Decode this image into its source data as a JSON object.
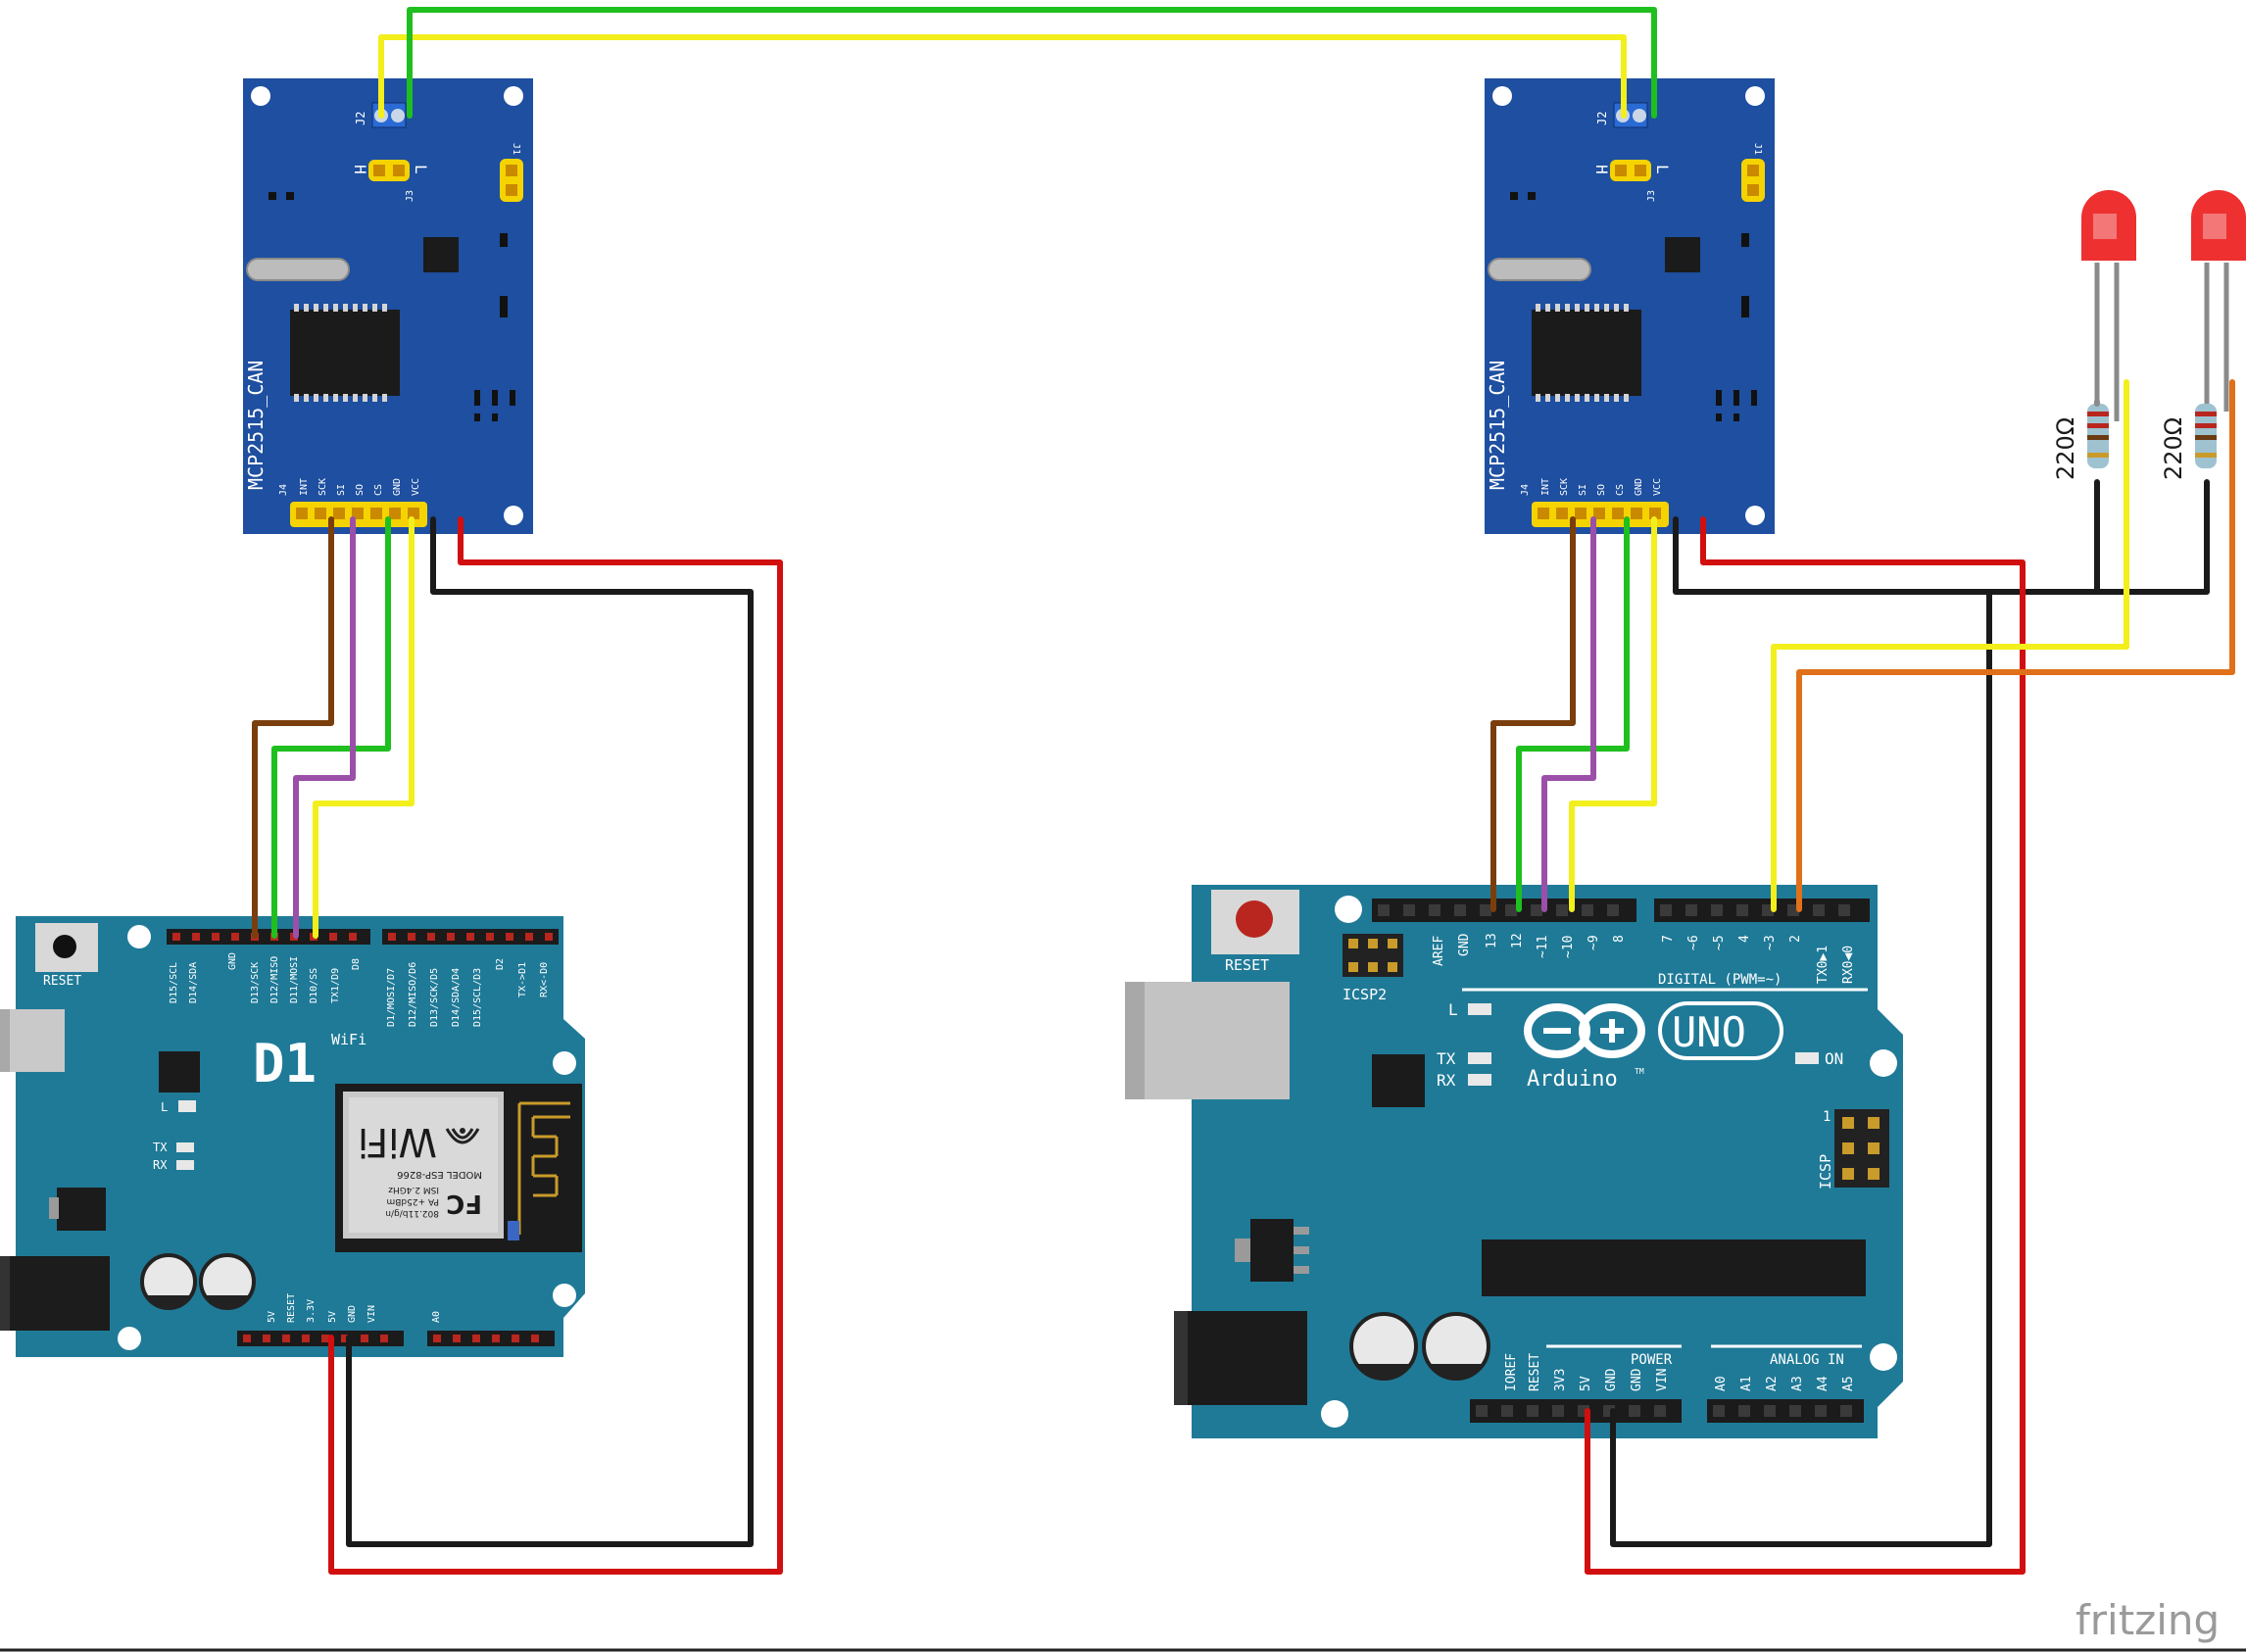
{
  "diagram": {
    "watermark": "fritzing",
    "can_module_left": {
      "name": "MCP2515_CAN",
      "j4": "J4",
      "pins": [
        "INT",
        "SCK",
        "SI",
        "SO",
        "CS",
        "GND",
        "VCC"
      ],
      "j1": "J1",
      "j2": "J2",
      "j3": "J3",
      "h": "H",
      "l": "L"
    },
    "can_module_right": {
      "name": "MCP2515_CAN",
      "j4": "J4",
      "pins": [
        "INT",
        "SCK",
        "SI",
        "SO",
        "CS",
        "GND",
        "VCC"
      ],
      "j1": "J1",
      "j2": "J2",
      "j3": "J3",
      "h": "H",
      "l": "L"
    },
    "wemos_d1": {
      "reset": "RESET",
      "logo": "D1",
      "logo_sup": "WiFi",
      "top_pins": [
        "D15/SCL",
        "D14/SDA",
        "",
        "GND",
        "D13/SCK",
        "D12/MISO",
        "D11/MOSI",
        "D10/SS",
        "TX1/D9",
        "D8",
        "D1/MOSI/D7",
        "D12/MISO/D6",
        "D13/SCK/D5",
        "D14/SDA/D4",
        "D15/SCL/D3",
        "D2",
        "TX->D1",
        "RX<-D0"
      ],
      "bottom_pins": [
        "5V",
        "RESET",
        "3.3V",
        "5V",
        "GND",
        "VIN",
        "A0"
      ],
      "led_l": "L",
      "led_tx": "TX",
      "led_rx": "RX",
      "module": {
        "fcc": "FC",
        "model": "MODEL  ESP-8266",
        "ism": "ISM 2.4GHz",
        "pa": "PA +25dBm",
        "std": "802.11b/g/n",
        "wifi": "WiFi"
      }
    },
    "arduino_uno": {
      "reset": "RESET",
      "icsp2": "ICSP2",
      "icsp": "ICSP",
      "icsp_pin": "1",
      "digital_pins": [
        "AREF",
        "GND",
        "13",
        "12",
        "~11",
        "~10",
        "~9",
        "8",
        "7",
        "~6",
        "~5",
        "4",
        "~3",
        "2",
        "TX0▶1",
        "RX0◀0"
      ],
      "digital_label": "DIGITAL (PWM=~)",
      "brand": "UNO",
      "arduino": "Arduino",
      "tm": "TM",
      "led_l": "L",
      "led_tx": "TX",
      "led_rx": "RX",
      "led_on": "ON",
      "power_pins": [
        "IOREF",
        "RESET",
        "3V3",
        "5V",
        "GND",
        "GND",
        "VIN"
      ],
      "power_label": "POWER",
      "analog_pins": [
        "A0",
        "A1",
        "A2",
        "A3",
        "A4",
        "A5"
      ],
      "analog_label": "ANALOG IN"
    },
    "resistor_1": "220Ω",
    "resistor_2": "220Ω",
    "colors": {
      "board_blue": "#1e4fa0",
      "arduino_teal": "#1f7a97",
      "wire_red": "#d10f0f",
      "wire_black": "#1a1a1a",
      "wire_green": "#1fbf1f",
      "wire_yellow": "#f2ef1c",
      "wire_brown": "#7a3e0d",
      "wire_purple": "#9b4fa8",
      "wire_orange": "#e0701a",
      "led_red": "#ee3030"
    }
  }
}
